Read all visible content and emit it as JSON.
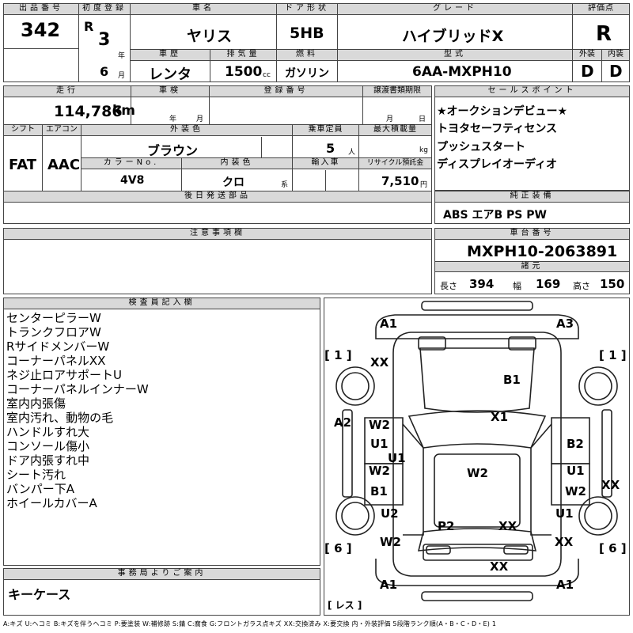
{
  "row1": {
    "lot_header": "出品番号",
    "lot": "342",
    "reg_header": "初度登録",
    "era": "R",
    "year": "3",
    "year_unit": "年",
    "month": "6",
    "month_unit": "月",
    "car_header": "車名",
    "car_name": "ヤリス",
    "door_header": "ドア形状",
    "door": "5HB",
    "grade_header": "グレード",
    "grade": "ハイブリッドX",
    "score_header": "評価点",
    "score": "R"
  },
  "row2": {
    "history_header": "車歴",
    "history": "レンタ",
    "displacement_header": "排気量",
    "displacement": "1500",
    "displacement_unit": "cc",
    "fuel_header": "燃料",
    "fuel": "ガソリン",
    "model_header": "型式",
    "model": "6AA-MXPH10",
    "ext_header": "外装",
    "ext": "D",
    "int_header": "内装",
    "int": "D"
  },
  "row3": {
    "mileage_header": "走行",
    "mileage": "114,786",
    "mileage_unit": "km",
    "inspection_header": "車検",
    "insp_year_unit": "年",
    "insp_month_unit": "月",
    "plate_header": "登録番号",
    "transfer_header": "譲渡書類期限",
    "transfer_month_unit": "月",
    "transfer_day_unit": "日",
    "shift_header": "シフト",
    "shift": "FAT",
    "ac_header": "エアコン",
    "ac": "AAC",
    "color_header": "外装色",
    "color": "ブラウン",
    "capacity_header": "乗車定員",
    "capacity": "5",
    "capacity_unit": "人",
    "load_header": "最大積載量",
    "load_unit": "kg",
    "color_no_header": "カラーNo.",
    "color_no": "4V8",
    "int_color_header": "内装色",
    "int_color": "クロ",
    "int_color_unit": "系",
    "import_header": "輸入車",
    "recycle_header": "リサイクル預託金",
    "recycle": "7,510",
    "recycle_unit": "円",
    "later_parts_header": "後日発送部品"
  },
  "sales_points": {
    "header": "セールスポイント",
    "items": [
      "★オークションデビュー★",
      "トヨタセーフティセンス",
      "プッシュスタート",
      "ディスプレイオーディオ"
    ]
  },
  "equipment": {
    "header": "純正装備",
    "value": "ABS エアB PS PW"
  },
  "notes": {
    "header": "注意事項欄"
  },
  "chassis": {
    "header": "車台番号",
    "value": "MXPH10-2063891",
    "spec_header": "諸元",
    "length_label": "長さ",
    "length": "394",
    "width_label": "幅",
    "width": "169",
    "height_label": "高さ",
    "height": "150"
  },
  "inspector": {
    "header": "検査員記入欄",
    "lines": [
      "センターピラーW",
      "トランクフロアW",
      "RサイドメンバーW",
      "コーナーパネルXX",
      "ネジ止ロアサポートU",
      "コーナーパネルインナーW",
      "室内内張傷",
      "室内汚れ、動物の毛",
      "ハンドルすれ大",
      "コンソール傷小",
      "ドア内張すれ中",
      "シート汚れ",
      "バンパー下A",
      "ホイールカバーA"
    ]
  },
  "office": {
    "header": "事務局よりご案内",
    "value": "キーケース"
  },
  "diagram": {
    "labels": {
      "a1_tl": "A1",
      "a3_tr": "A3",
      "bracket_1_left": "[ 1 ]",
      "bracket_1_right": "[ 1 ]",
      "xx_top": "XX",
      "b1_hood": "B1",
      "x1_windshield": "X1",
      "a2_left": "A2",
      "w2_left1": "W2",
      "u1_left1": "U1",
      "u1_left_center": "U1",
      "b2_right": "B2",
      "w2_roof": "W2",
      "w2_left2": "W2",
      "u1_right": "U1",
      "b1_left": "B1",
      "w2_right": "W2",
      "xx_right": "XX",
      "u2_left": "U2",
      "u1_right2": "U1",
      "p2_rear": "P2",
      "xx_rear": "XX",
      "w2_left3": "W2",
      "xx_rear_right": "XX",
      "bracket_6_left": "[ 6 ]",
      "bracket_6_right": "[ 6 ]",
      "xx_bottom": "XX",
      "a1_bl": "A1",
      "a1_br": "A1",
      "res": "[ レス ]"
    }
  },
  "footer": "A:キズ U:ヘコミ B:キズを伴うヘコミ P:要塗装 W:補修跡 S:錆 C:腐食 G:フロントガラス点キズ XX:交換済み X:要交換 内・外装評価 5段階ランク順(A・B・C・D・E) 1"
}
